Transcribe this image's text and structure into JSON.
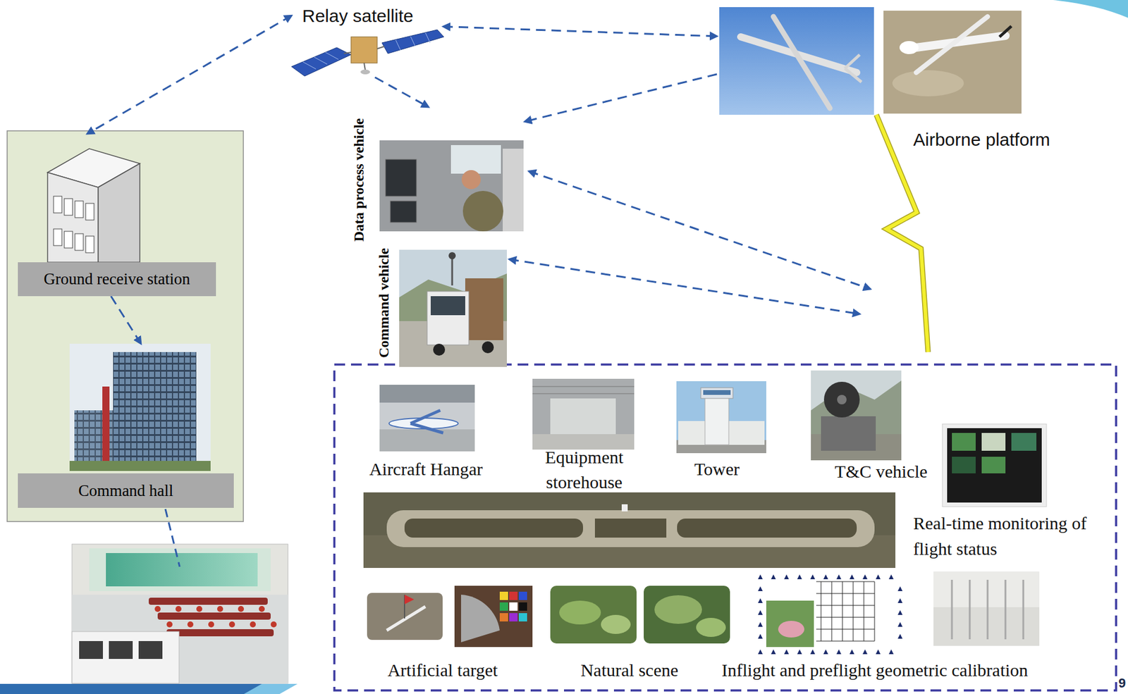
{
  "diagram": {
    "nodes": [
      {
        "text": [
          "Relay satellite"
        ]
      },
      {
        "text": [
          "Airborne platform"
        ]
      },
      {
        "text": [
          "Ground receive station"
        ]
      },
      {
        "text": [
          "Command hall"
        ]
      },
      {
        "text": [
          "Data process vehicle"
        ]
      },
      {
        "text": [
          "Command vehicle"
        ]
      }
    ],
    "edges": [
      {
        "from": 0,
        "to": 2,
        "arrow": "both"
      },
      {
        "from": 0,
        "to": 1,
        "arrow": "both"
      },
      {
        "from": 0,
        "to": 4,
        "arrow": "to"
      },
      {
        "from": 1,
        "to": 4,
        "arrow": "to"
      },
      {
        "from": 2,
        "to": 3,
        "arrow": "to"
      }
    ],
    "labels": [
      "Aircraft Hangar",
      "Equipment storehouse",
      "Tower",
      "T&C vehicle",
      "Real-time monitoring of flight status",
      "Artificial target",
      "Natural scene",
      "Inflight and preflight geometric calibration",
      "9"
    ]
  }
}
